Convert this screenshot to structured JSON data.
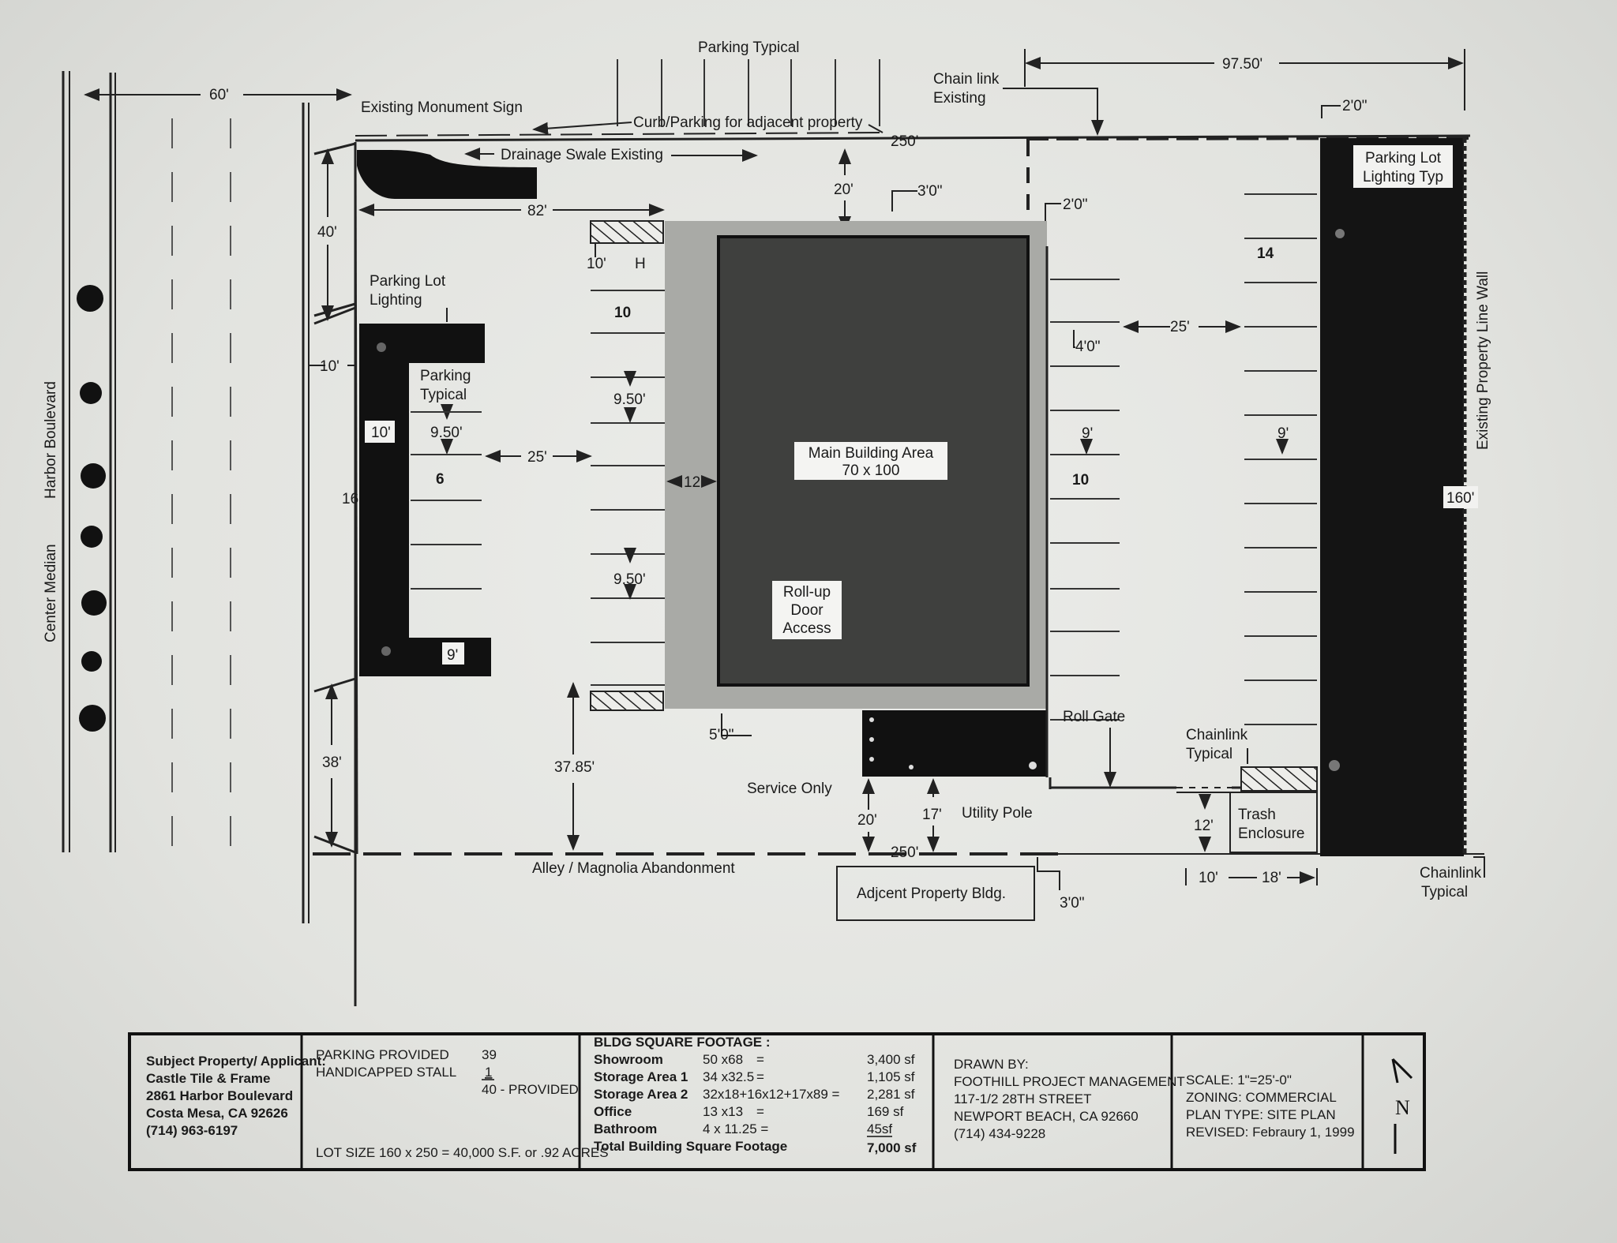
{
  "plan": {
    "labels": {
      "dim_60": "60'",
      "parking_typical_top": "Parking Typical",
      "chain_link_existing_1": "Chain link",
      "chain_link_existing_2": "Existing",
      "dim_9750": "97.50'",
      "existing_monument_sign": "Existing Monument Sign",
      "curb_parking": "Curb/Parking for adjacent property",
      "dim_250_top": "250'",
      "dim_2ft_top": "2'0\"",
      "drainage_swale": "Drainage Swale Existing",
      "dim_82": "82'",
      "dim_20_top": "20'",
      "dim_3ft_top": "3'0\"",
      "dim_2ft_right": "2'0\"",
      "dim_40": "40'",
      "parking_lot_lighting_1": "Parking Lot",
      "parking_lot_lighting_2": "Lighting",
      "dim_10_h": "10'",
      "h_mark": "H",
      "count_10_west": "10",
      "count_14": "14",
      "parking_lot_lighting_typ_1": "Parking Lot",
      "parking_lot_lighting_typ_2": "Lighting Typ",
      "dim_10_left": "10'",
      "parking_typical_1": "Parking",
      "parking_typical_2": "Typical",
      "dim_950_a": "9.50'",
      "dim_4ft": "4'0\"",
      "dim_25_right": "25'",
      "dim_10_box": "10'",
      "dim_950_b": "9.50'",
      "dim_25_left": "25'",
      "main_building_1": "Main Building Area",
      "main_building_2": "70 x 100",
      "dim_9_a": "9'",
      "dim_9_b": "9'",
      "count_6": "6",
      "dim_12": "12'",
      "count_10_east": "10",
      "dim_16": "16",
      "existing_wall": "Existing Property Line Wall",
      "dim_160": "160'",
      "harbor_boulevard": "Harbor Boulevard",
      "center_median": "Center Median",
      "dim_950_c": "9.50'",
      "rollup_1": "Roll-up",
      "rollup_2": "Door",
      "rollup_3": "Access",
      "dim_9_box": "9'",
      "roll_gate": "Roll Gate",
      "dim_5ft": "5'0\"",
      "chainlink_typical_1": "Chainlink",
      "chainlink_typical_2": "Typical",
      "dim_38": "38'",
      "dim_3785": "37.85'",
      "service_only": "Service Only",
      "dim_20_bottom": "20'",
      "dim_17": "17'",
      "utility_pole": "Utility Pole",
      "dim_12_trash": "12'",
      "trash_1": "Trash",
      "trash_2": "Enclosure",
      "dim_250_bottom": "250'",
      "alley": "Alley / Magnolia Abandonment",
      "adjacent_bldg": "Adjcent Property Bldg.",
      "dim_3ft_bottom": "3'0\"",
      "dim_10_bottom": "10'",
      "dim_18": "18'",
      "chainlink_typical_b1": "Chainlink",
      "chainlink_typical_b2": "Typical"
    }
  },
  "title_block": {
    "applicant": [
      "Subject Property/ Applicant:",
      "Castle Tile & Frame",
      "2861 Harbor Boulevard",
      "Costa Mesa, CA  92626",
      "(714) 963-6197"
    ],
    "parking": {
      "provided_label": "PARKING PROVIDED",
      "provided_value": "39",
      "handicapped_label": "HANDICAPPED STALL",
      "handicapped_value": "1",
      "total": "40 -  PROVIDED",
      "lot_size": "LOT SIZE 160 x 250 = 40,000  S.F. or .92 ACRES"
    },
    "footage": {
      "heading": "BLDG SQUARE FOOTAGE :",
      "rows": [
        {
          "name": "Showroom",
          "calc": "50 x68",
          "eq": "=",
          "value": "3,400 sf"
        },
        {
          "name": "Storage Area 1",
          "calc": "34 x32.5",
          "eq": "=",
          "value": "1,105 sf"
        },
        {
          "name": "Storage Area 2",
          "calc": "32x18+16x12+17x89 =",
          "eq": "",
          "value": "2,281 sf"
        },
        {
          "name": "Office",
          "calc": "13 x13",
          "eq": "=",
          "value": "169 sf"
        },
        {
          "name": "Bathroom",
          "calc": "4 x 11.25 =",
          "eq": "",
          "value": "45sf"
        }
      ],
      "total_label": "Total Building Square Footage",
      "total_value": "7,000 sf"
    },
    "drawn_by": [
      "DRAWN BY:",
      "FOOTHILL PROJECT MANAGEMENT",
      "117-1/2 28TH STREET",
      "NEWPORT BEACH, CA  92660",
      "(714) 434-9228"
    ],
    "scale": [
      "SCALE: 1\"=25'-0\"",
      "ZONING: COMMERCIAL",
      "PLAN TYPE: SITE PLAN",
      "REVISED: Febraury 1, 1999"
    ],
    "north": "N"
  }
}
